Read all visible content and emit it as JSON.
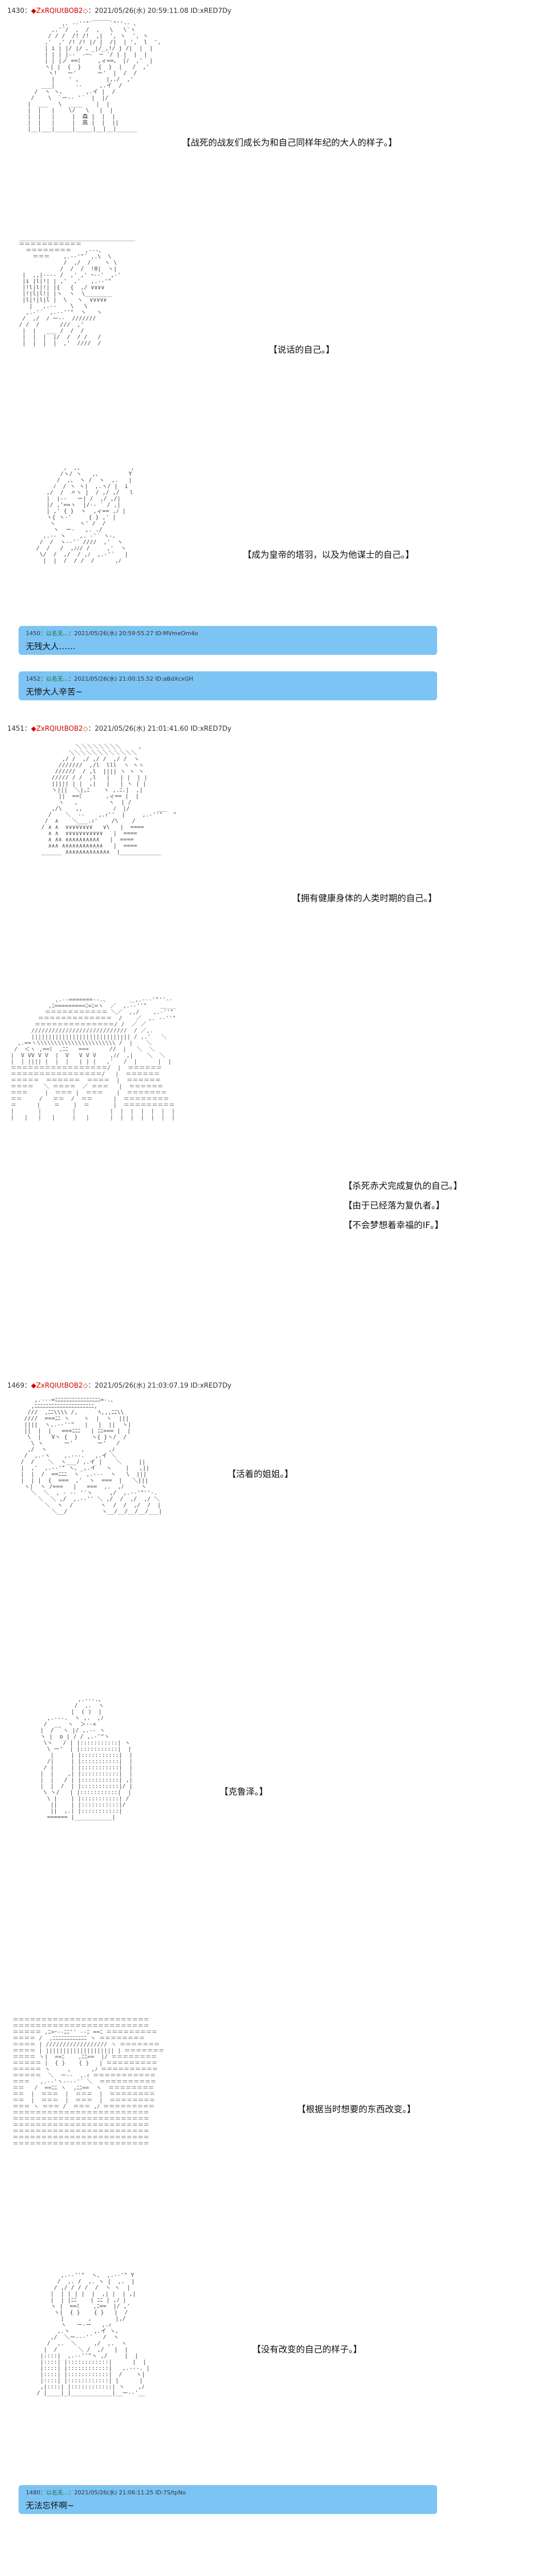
{
  "posts": [
    {
      "number": "1430",
      "name": "◆ZxRQlUtBOB2",
      "trip": "◇",
      "date": "2021/05/26(水) 20:59:11.08 ID:xRED7Dy",
      "captions": [
        "【战死的战友们成长为和自己同样年纪的大人的样子。】",
        "【说话的自己。】",
        "【成为皇帝的塔羽，以及为他谋士的自己。】"
      ]
    },
    {
      "number": "1451",
      "name": "◆ZxRQlUtBOB2",
      "trip": "◇",
      "date": "2021/05/26(水) 21:01:41.60 ID:xRED7Dy",
      "captions": [
        "【拥有健康身体的人类时期的自己。】",
        "【杀死赤犬完成复仇的自己。】",
        "【由于已经落为复仇者。】",
        "【不会梦想着幸福的IF。】"
      ]
    },
    {
      "number": "1469",
      "name": "◆ZxRQlUtBOB2",
      "trip": "◇",
      "date": "2021/05/26(水) 21:03:07.19 ID:xRED7Dy",
      "captions": [
        "【活着的姐姐。】",
        "【克鲁泽。】",
        "【根据当时想要的东西改变。】",
        "【没有改变的自己的样子。】"
      ]
    }
  ],
  "replies": [
    {
      "meta_num": "1450",
      "meta_name": "以名无...",
      "meta_date": "2021/05/26(水) 20:59:55.27 ID:MVmeOm4o",
      "text": "无残大人……"
    },
    {
      "meta_num": "1452",
      "meta_name": "以名无...",
      "meta_date": "2021/05/26(水) 21:00:15.52 ID:aBdXcxGH",
      "text": "无惨大人辛苦~"
    },
    {
      "meta_num": "1480",
      "meta_name": "以名无...",
      "meta_date": "2021/05/26(水) 21:06:11.25 ID:7S/tpNo",
      "text": "无法忘怀啊~"
    }
  ]
}
